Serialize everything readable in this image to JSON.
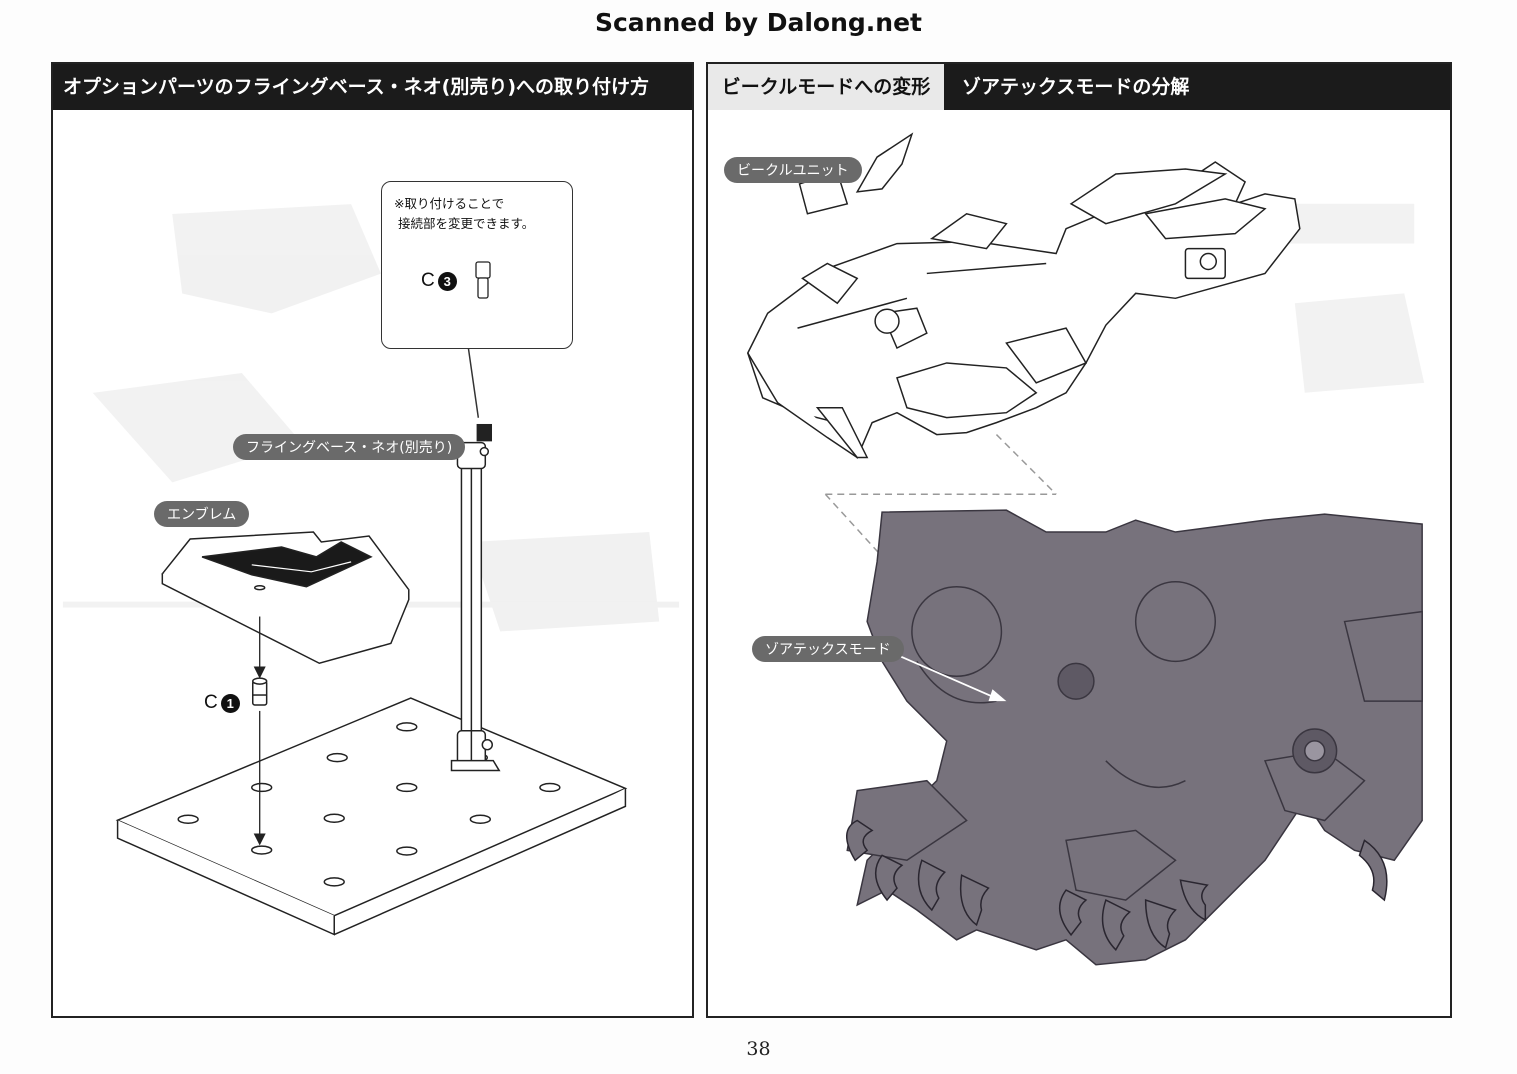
{
  "watermark": "Scanned by Dalong.net",
  "left_panel": {
    "header": "オプションパーツのフライングベース・ネオ(別売り)への取り付け方",
    "callout_note": "※取り付けることで\n 接続部を変更できます。",
    "labels": {
      "flying_base": "フライングベース・ネオ(別売り)",
      "emblem": "エンブレム"
    },
    "parts": [
      {
        "letter": "C",
        "number": "3"
      },
      {
        "letter": "C",
        "number": "1"
      }
    ]
  },
  "right_panel": {
    "header_mode": "ビークルモードへの変形",
    "header_step": "ゾアテックスモードの分解",
    "labels": {
      "vehicle_unit": "ビークルユニット",
      "zoatex_mode": "ゾアテックスモード"
    }
  },
  "page_number": "38",
  "colors": {
    "header_bg": "#1b1b1b",
    "label_pill": "#6a6a6a",
    "zoid_fill": "#77727c"
  }
}
